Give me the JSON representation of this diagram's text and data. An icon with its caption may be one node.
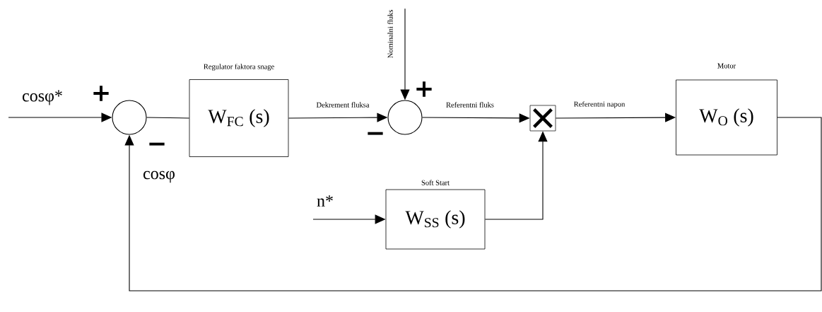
{
  "diagram": {
    "nodes": [
      {
        "text": [],
        "shape": "circle"
      },
      {
        "text": [
          "Regulator faktora snage",
          "W$_{FC}$ (s)"
        ]
      },
      {
        "text": [],
        "shape": "circle"
      },
      {
        "text": [],
        "shape": "box"
      },
      {
        "text": [
          "Soft Start",
          "W$_{SS}$ (s)"
        ]
      },
      {
        "text": [
          "Motor",
          "W$_{O}$ (s)"
        ]
      },
      {
        "text": [
          "Nominalni fluks"
        ]
      }
    ],
    "edges": [
      {
        "from": null,
        "to": 0,
        "arrow": "to",
        "label": "cosφ*"
      },
      {
        "from": 0,
        "to": 1,
        "arrow": "none"
      },
      {
        "from": 1,
        "to": 2,
        "arrow": "to",
        "label": "Dekrement fluksa"
      },
      {
        "from": 6,
        "to": 2,
        "arrow": "to"
      },
      {
        "from": 2,
        "to": 3,
        "arrow": "to",
        "label": "Referentni fluks"
      },
      {
        "from": null,
        "to": 4,
        "arrow": "to",
        "label": "n*"
      },
      {
        "from": 4,
        "to": 3,
        "arrow": "to"
      },
      {
        "from": 3,
        "to": 5,
        "arrow": "to",
        "label": "Referentni napon"
      },
      {
        "from": 5,
        "to": 0,
        "arrow": "to",
        "label": "cosφ"
      }
    ],
    "labels": [
      "+",
      "−",
      "+",
      "−"
    ]
  }
}
